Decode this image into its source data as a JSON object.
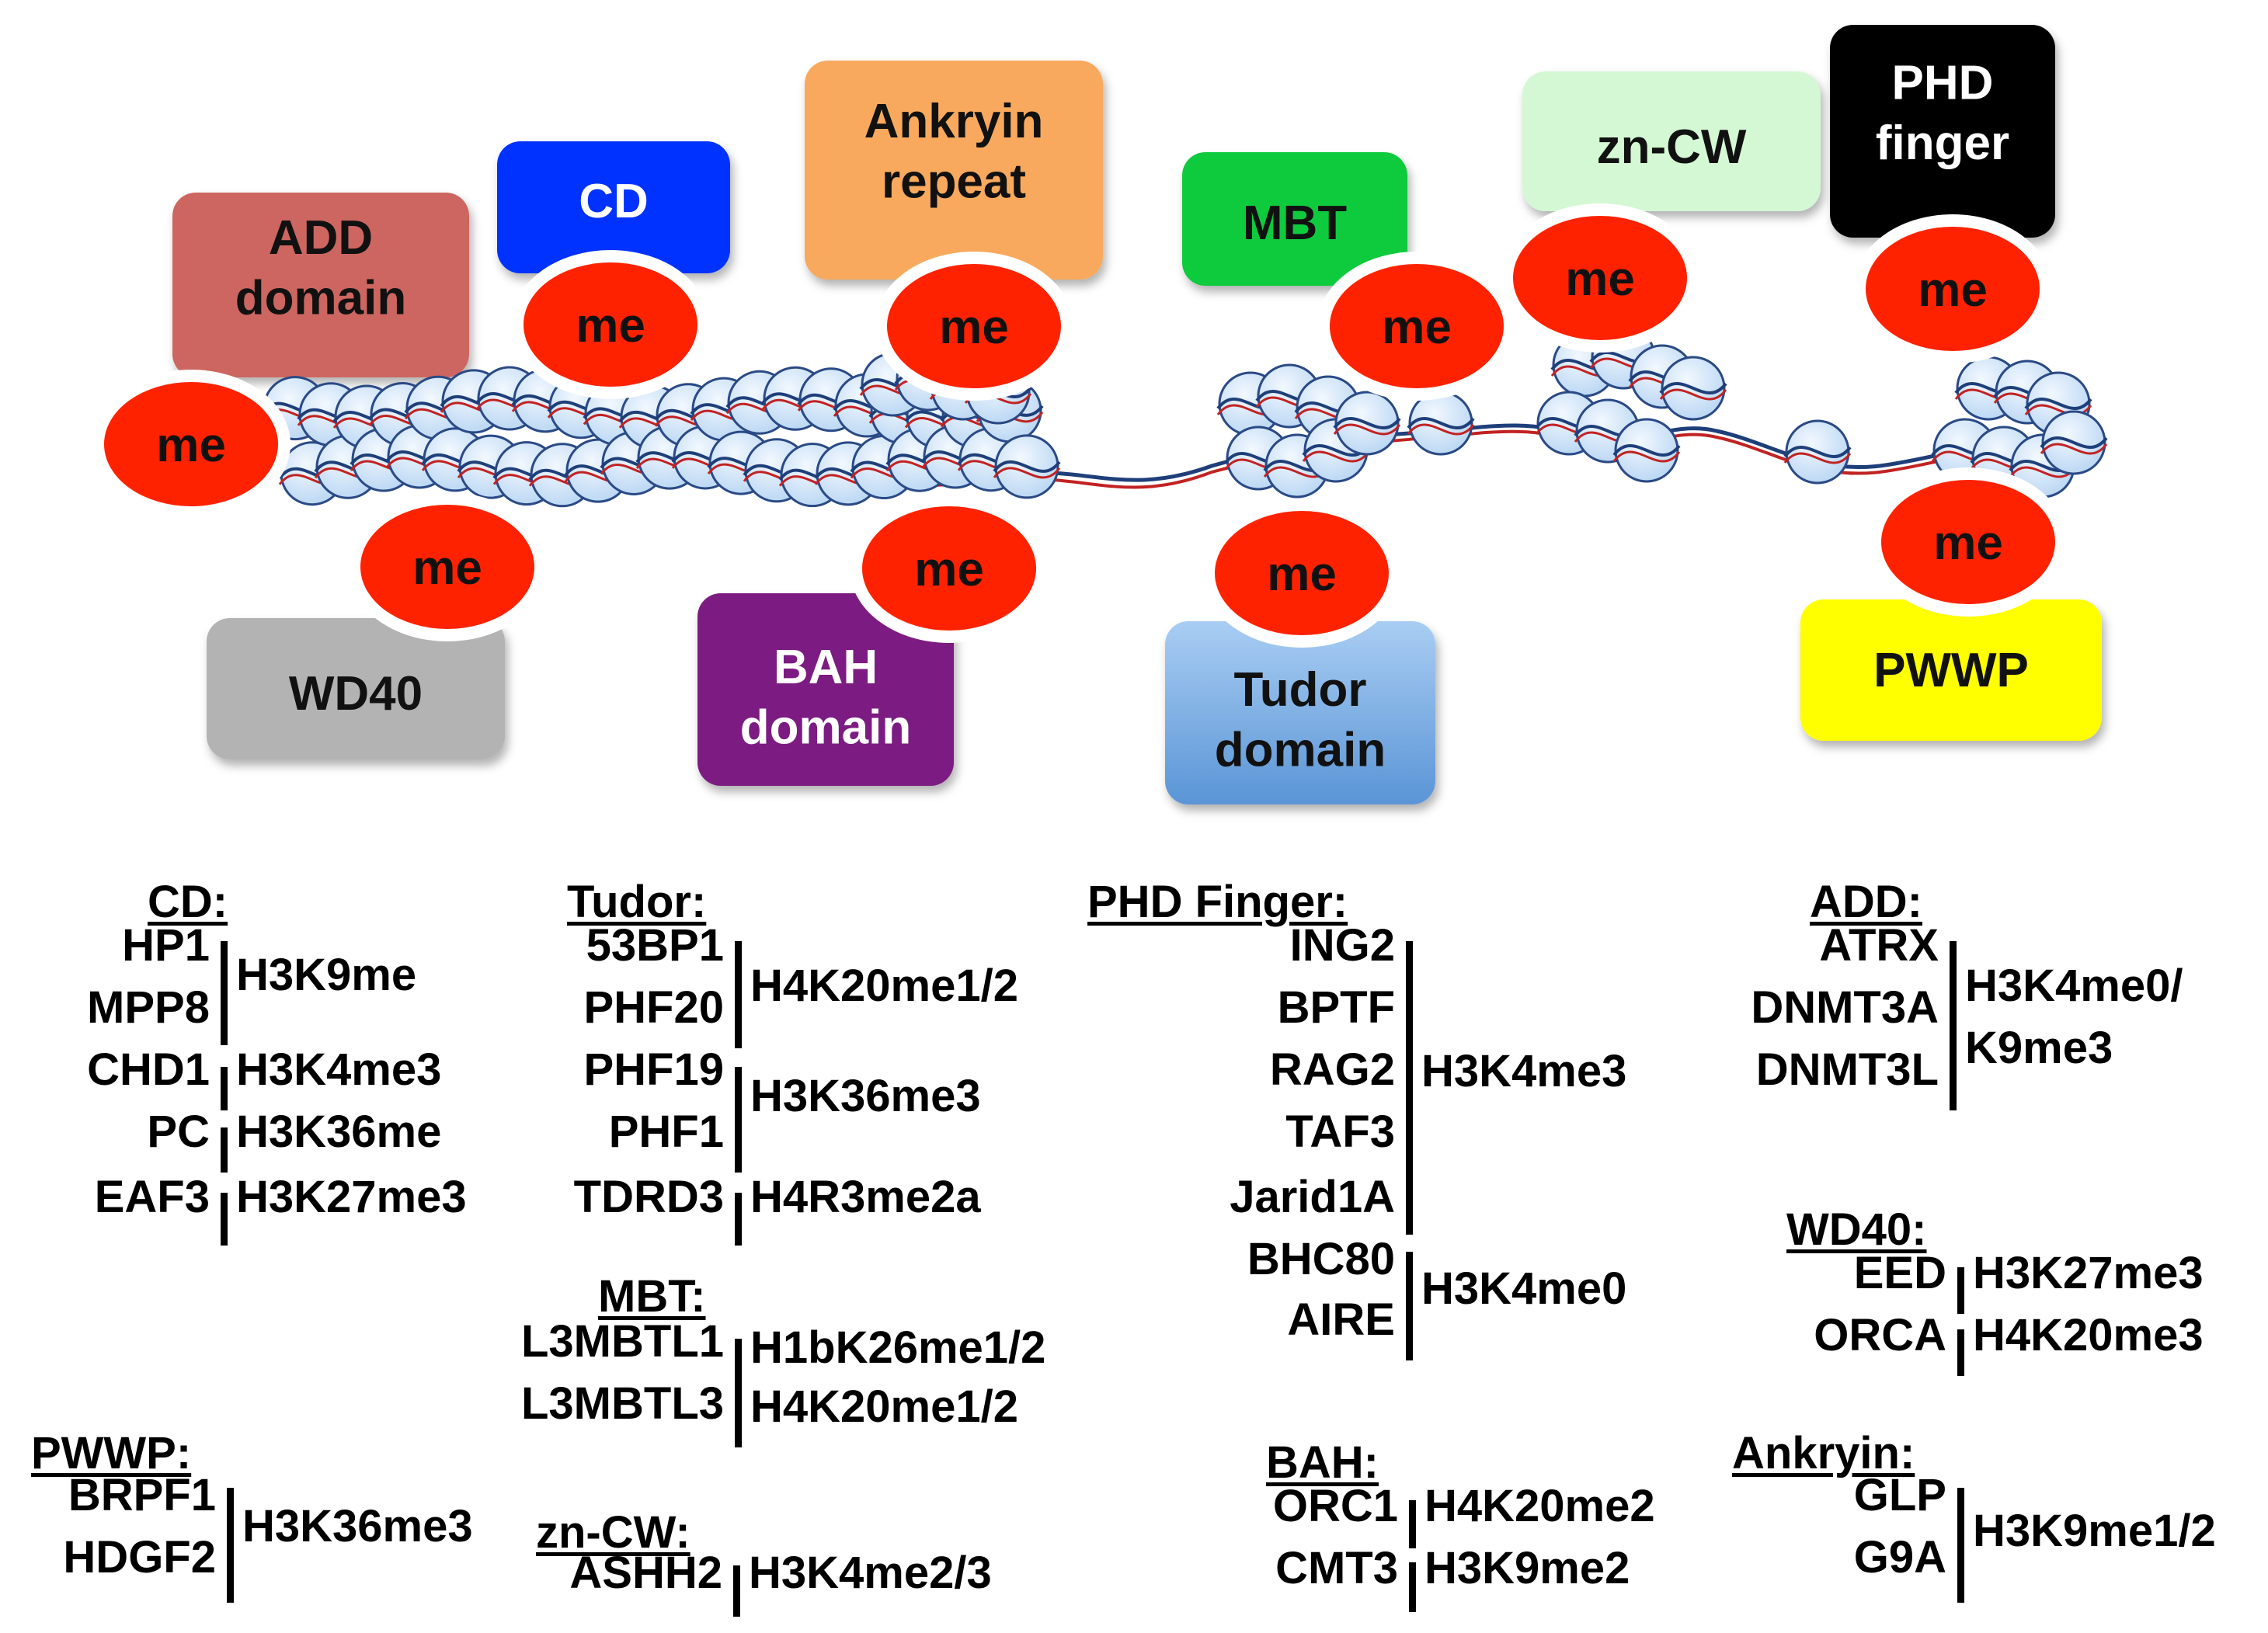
{
  "diagram": {
    "me_label": "me",
    "domains": [
      {
        "label": "ADD\ndomain",
        "color": "#cd6660",
        "text_color": "#111111"
      },
      {
        "label": "CD",
        "color": "#0433ff",
        "text_color": "#ffffff"
      },
      {
        "label": "Ankryin\nrepeat",
        "color": "#f9a95d",
        "text_color": "#111111"
      },
      {
        "label": "MBT",
        "color": "#0ecb3c",
        "text_color": "#111111"
      },
      {
        "label": "zn-CW",
        "color": "#d4f8d4",
        "text_color": "#111111"
      },
      {
        "label": "PHD\nfinger",
        "color": "#000000",
        "text_color": "#ffffff"
      },
      {
        "label": "WD40",
        "color": "#b3b3b3",
        "text_color": "#111111"
      },
      {
        "label": "BAH\ndomain",
        "color": "#7b1d82",
        "text_color": "#ffffff"
      },
      {
        "label": "Tudor\ndomain",
        "color": "#8fbcea",
        "text_color": "#111111"
      },
      {
        "label": "PWWP",
        "color": "#ffff00",
        "text_color": "#111111"
      }
    ],
    "colors": {
      "me": "#ff2200",
      "nucleosome": "#d3e6fa",
      "dna_blue": "#1f3f7a",
      "dna_red": "#c22222"
    }
  },
  "tables": {
    "cd": {
      "title": "CD:",
      "labels": [
        "HP1",
        "MPP8",
        "CHD1",
        "PC",
        "EAF3"
      ],
      "marks": [
        "H3K9me",
        "H3K4me3",
        "H3K36me",
        "H3K27me3"
      ]
    },
    "pwwp": {
      "title": "PWWP:",
      "labels": [
        "BRPF1",
        "HDGF2"
      ],
      "marks": [
        "H3K36me3"
      ]
    },
    "tudor": {
      "title": "Tudor:",
      "labels": [
        "53BP1",
        "PHF20",
        "PHF19",
        "PHF1",
        "TDRD3"
      ],
      "marks": [
        "H4K20me1/2",
        "H3K36me3",
        "H4R3me2a"
      ]
    },
    "mbt": {
      "title": "MBT:",
      "labels": [
        "L3MBTL1",
        "L3MBTL3"
      ],
      "marks": [
        "H1bK26me1/2",
        "H4K20me1/2"
      ]
    },
    "zncw": {
      "title": "zn-CW:",
      "labels": [
        "ASHH2"
      ],
      "marks": [
        "H3K4me2/3"
      ]
    },
    "phd": {
      "title": "PHD Finger:",
      "labels": [
        "ING2",
        "BPTF",
        "RAG2",
        "TAF3",
        "Jarid1A",
        "BHC80",
        "AIRE"
      ],
      "marks": [
        "H3K4me3",
        "H3K4me0"
      ]
    },
    "bah": {
      "title": "BAH:",
      "labels": [
        "ORC1",
        "CMT3"
      ],
      "marks": [
        "H4K20me2",
        "H3K9me2"
      ]
    },
    "add": {
      "title": "ADD:",
      "labels": [
        "ATRX",
        "DNMT3A",
        "DNMT3L"
      ],
      "marks": [
        "H3K4me0/",
        "K9me3"
      ]
    },
    "wd40": {
      "title": "WD40:",
      "labels": [
        "EED",
        "ORCA"
      ],
      "marks": [
        "H3K27me3",
        "H4K20me3"
      ]
    },
    "ankryin": {
      "title": "Ankryin:",
      "labels": [
        "GLP",
        "G9A"
      ],
      "marks": [
        "H3K9me1/2"
      ]
    }
  }
}
